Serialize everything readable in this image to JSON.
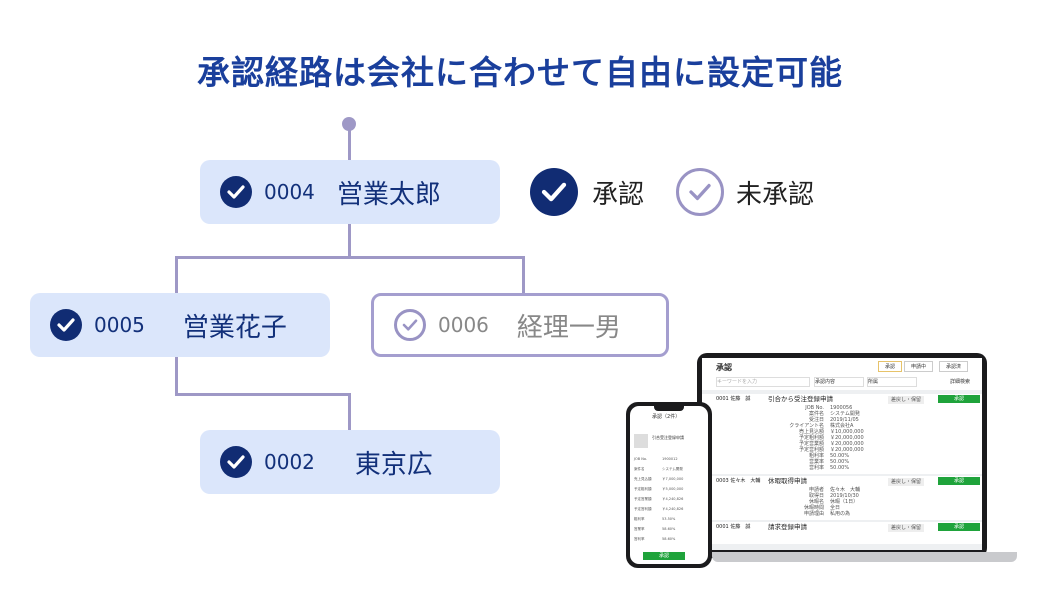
{
  "title": "承認経路は会社に合わせて自由に設定可能",
  "nodes": [
    {
      "code": "0004",
      "name": "営業太郎",
      "status": "approved"
    },
    {
      "code": "0005",
      "name": "営業花子",
      "status": "approved"
    },
    {
      "code": "0006",
      "name": "経理一男",
      "status": "pending"
    },
    {
      "code": "0002",
      "name": "東京広",
      "status": "approved"
    }
  ],
  "legend": {
    "approved": "承認",
    "pending": "未承認"
  },
  "colors": {
    "navy": "#112c73",
    "node_bg": "#dbe6fb",
    "line": "#9e98c6",
    "green": "#1fa33b"
  },
  "laptop": {
    "header": "承認",
    "tabs": [
      "承認",
      "申請中",
      "承認済"
    ],
    "search_placeholder": "キーワードを入力",
    "filters": [
      "承認内容",
      "所属"
    ],
    "detail_link": "詳細検索",
    "cards": [
      {
        "person": "0001 佐藤　誠",
        "title": "引合から受注登録申請",
        "action": "承認",
        "reject": "差戻し・保留",
        "rows": [
          [
            "JOB No.",
            "1900056"
          ],
          [
            "案件名",
            "システム開発"
          ],
          [
            "受注日",
            "2019/11/05"
          ],
          [
            "クライアント名",
            "株式会社A"
          ],
          [
            "売上見込額",
            "￥10,000,000"
          ],
          [
            "予定粗利額",
            "￥20,000,000"
          ],
          [
            "予定営業額",
            "￥20,000,000"
          ],
          [
            "予定営利額",
            "￥20,000,000"
          ],
          [
            "粗利率",
            "50.00%"
          ],
          [
            "営業率",
            "50.00%"
          ],
          [
            "営利率",
            "50.00%"
          ]
        ]
      },
      {
        "person": "0003 佐々木　大輔",
        "title": "休暇取得申請",
        "action": "承認",
        "reject": "差戻し・保留",
        "rows": [
          [
            "申請者",
            "佐々木　大輔"
          ],
          [
            "取得日",
            "2019/10/30"
          ],
          [
            "休暇名",
            "休暇（1日）"
          ],
          [
            "休暇時間",
            "全日"
          ],
          [
            "申請理由",
            "私用の為"
          ]
        ]
      },
      {
        "person": "0001 佐藤　誠",
        "title": "請求登録申請",
        "action": "承認",
        "reject": "差戻し・保留",
        "rows": []
      }
    ]
  },
  "phone": {
    "header": "承認（2件）",
    "card_title": "引合受注登録申請",
    "rows": [
      [
        "JOB No.",
        "1900012"
      ],
      [
        "案件名",
        "システム開発"
      ],
      [
        "売上見込額",
        "￥7,000,000"
      ],
      [
        "予定粗利額",
        "￥5,000,000"
      ],
      [
        "予定営業額",
        "￥4,240,826"
      ],
      [
        "予定営利額",
        "￥4,240,826"
      ],
      [
        "粗利率",
        "53.50%"
      ],
      [
        "営業率",
        "58.60%"
      ],
      [
        "営利率",
        "58.60%"
      ]
    ],
    "approve": "承認"
  }
}
